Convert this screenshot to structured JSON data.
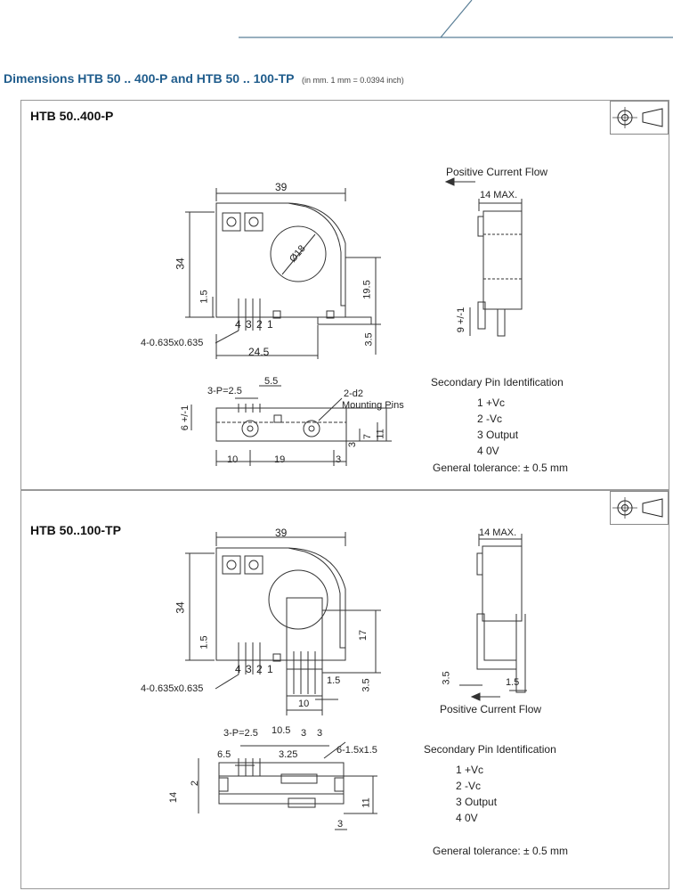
{
  "heading": {
    "title": "Dimensions HTB 50 .. 400-P and HTB 50 .. 100-TP",
    "units_note": "(in mm. 1 mm = 0.0394 inch)"
  },
  "panel_top": {
    "title": "HTB 50..400-P",
    "current_flow": "Positive Current Flow",
    "dims": {
      "width39": "39",
      "height34": "34",
      "d1_5": "1.5",
      "dia": "Ø18",
      "h19_5": "19.5",
      "h3_5": "3.5",
      "pins": "4-0.635x0.635",
      "w24_5": "24.5",
      "max14": "14 MAX.",
      "h9": "9 +/-1",
      "pitch": "3-P=2.5",
      "d5_5": "5.5",
      "d2": "2-d2",
      "mounting": "Mounting Pins",
      "h6": "6 +/-1",
      "h7": "7",
      "h11": "11",
      "h3": "3",
      "w10": "10",
      "w19": "19",
      "w3": "3"
    },
    "pin_numbers": "4 3 2 1",
    "pin_id_title": "Secondary Pin Identification",
    "pins": [
      "1  +Vc",
      "2  -Vc",
      "3  Output",
      "4  0V"
    ],
    "tolerance": "General tolerance:  ± 0.5 mm"
  },
  "panel_bottom": {
    "title": "HTB 50..100-TP",
    "current_flow": "Positive Current Flow",
    "dims": {
      "width39": "39",
      "height34": "34",
      "d1_5": "1.5",
      "h17": "17",
      "h3_5": "3.5",
      "pins": "4-0.635x0.635",
      "w10": "10",
      "w1_5": "1.5",
      "max14": "14 MAX.",
      "h3_5side": "3.5",
      "w1_5side": "1.5",
      "pitch": "3-P=2.5",
      "d10_5": "10.5",
      "d3a": "3",
      "d3b": "3",
      "d6_5": "6.5",
      "d3_25": "3.25",
      "tabs": "6-1.5x1.5",
      "h2": "2",
      "h14": "14",
      "h11": "11",
      "w3": "3"
    },
    "pin_numbers": "4 3 2 1",
    "pin_id_title": "Secondary Pin Identification",
    "pins": [
      "1  +Vc",
      "2  -Vc",
      "3  Output",
      "4  0V"
    ],
    "tolerance": "General tolerance:  ± 0.5 mm"
  }
}
